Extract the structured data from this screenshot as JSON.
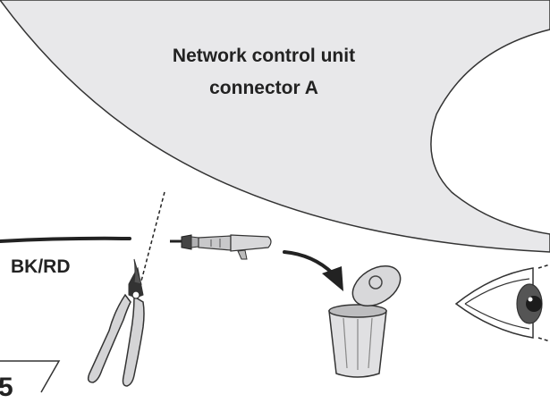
{
  "connector": {
    "title_line1": "Network control unit",
    "title_line2": "connector A"
  },
  "wire": {
    "color_code": "BK/RD"
  },
  "page_fragment": "5",
  "icons": [
    "wire-cutter-icon",
    "terminal-pin-icon",
    "discard-arrow-icon",
    "trash-can-icon",
    "eye-icon"
  ]
}
